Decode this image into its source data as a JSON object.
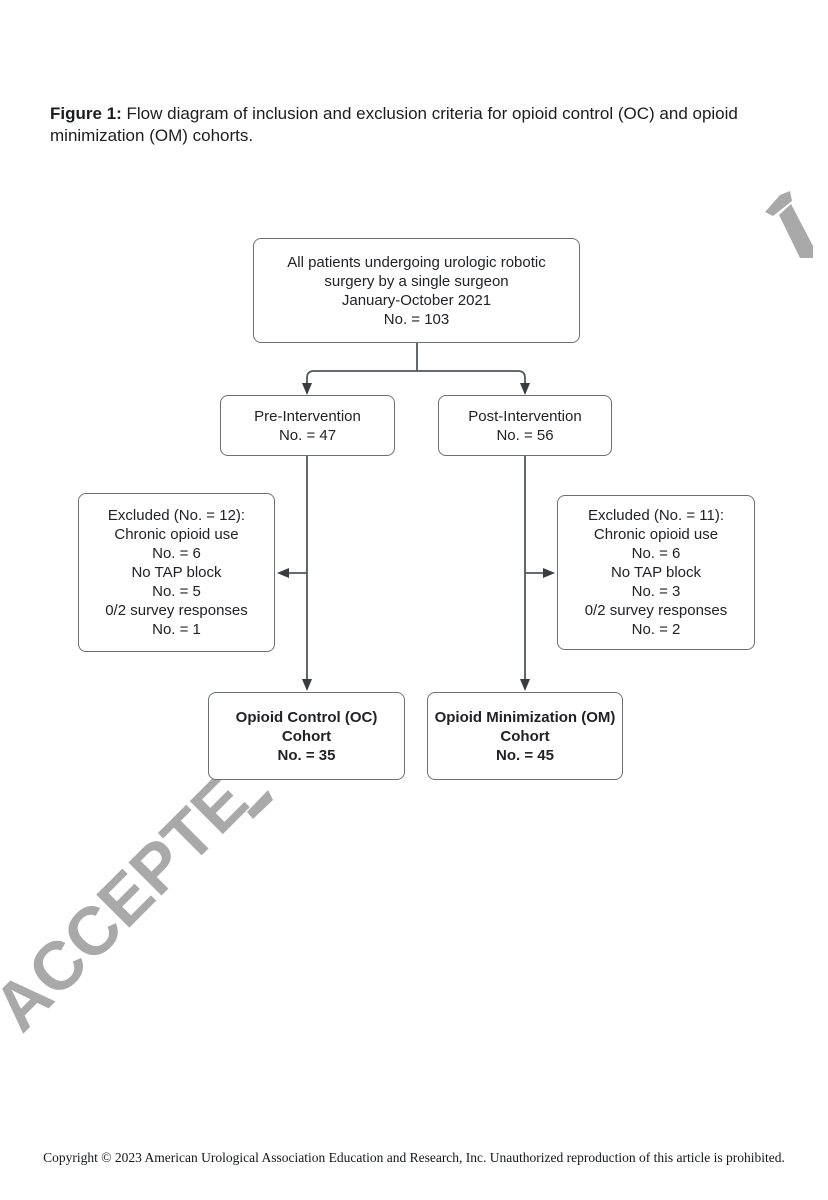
{
  "page": {
    "caption": {
      "label": "Figure 1:",
      "text_rest": " Flow diagram of inclusion and exclusion criteria for opioid control (OC) and opioid minimization (OM) cohorts."
    },
    "footer": "Copyright © 2023 American Urological Association Education and Research, Inc. Unauthorized reproduction of this article is prohibited.",
    "watermark": {
      "visible_text": "ACCEPTE",
      "color": "#a9a9a9"
    },
    "colors": {
      "box_border": "#6a7076",
      "connector_line": "#50565c",
      "arrowhead": "#383d42",
      "text": "#202226"
    }
  },
  "flowchart": {
    "nodes": {
      "all_patients": {
        "lines": [
          "All patients undergoing urologic robotic",
          "surgery by a single surgeon",
          "January-October 2021",
          "No. = 103"
        ]
      },
      "pre_intervention": {
        "lines": [
          "Pre-Intervention",
          "No. = 47"
        ]
      },
      "post_intervention": {
        "lines": [
          "Post-Intervention",
          "No. = 56"
        ]
      },
      "excluded_left": {
        "lines": [
          "Excluded (No. = 12):",
          "Chronic opioid use",
          "No. = 6",
          "No TAP block",
          "No. = 5",
          "0/2 survey responses",
          "No. = 1"
        ]
      },
      "excluded_right": {
        "lines": [
          "Excluded (No. = 11):",
          "Chronic opioid use",
          "No. = 6",
          "No TAP block",
          "No. = 3",
          "0/2 survey responses",
          "No. = 2"
        ]
      },
      "oc_cohort": {
        "lines": [
          "Opioid Control (OC)",
          "Cohort",
          "No. = 35"
        ]
      },
      "om_cohort": {
        "lines": [
          "Opioid Minimization (OM)",
          "Cohort",
          "No. = 45"
        ]
      }
    }
  }
}
